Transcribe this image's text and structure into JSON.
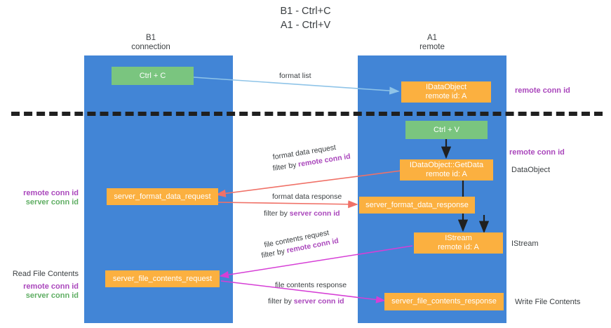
{
  "title": {
    "line1": "B1 - Ctrl+C",
    "line2": "A1 - Ctrl+V"
  },
  "columns": [
    {
      "id": "b1",
      "line1": "B1",
      "line2": "connection"
    },
    {
      "id": "a1",
      "line1": "A1",
      "line2": "remote"
    }
  ],
  "colors": {
    "lane": "#4285d6",
    "green_box": "#7ac57f",
    "orange_box": "#fbb040",
    "purple_text": "#aa47bc",
    "green_text": "#5fae63",
    "red_arrow": "#f07167",
    "blue_arrow": "#8fc4e8",
    "magenta_arrow": "#d63fd6",
    "dark_arrow": "#202020",
    "text": "#3c4043"
  },
  "boxes": {
    "ctrl_c": {
      "line1": "Ctrl + C",
      "line2": ""
    },
    "idataobject": {
      "line1": "IDataObject",
      "line2": "remote id: A"
    },
    "ctrl_v": {
      "line1": "Ctrl + V",
      "line2": ""
    },
    "getdata": {
      "line1": "IDataObject::GetData",
      "line2": "remote id: A"
    },
    "server_format_data_request": {
      "line1": "server_format_data_request",
      "line2": ""
    },
    "server_format_data_response": {
      "line1": "server_format_data_response",
      "line2": ""
    },
    "istream": {
      "line1": "IStream",
      "line2": "remote id: A"
    },
    "server_file_contents_request": {
      "line1": "server_file_contents_request",
      "line2": ""
    },
    "server_file_contents_response": {
      "line1": "server_file_contents_response",
      "line2": ""
    }
  },
  "edge_labels": {
    "format_list": "format list",
    "format_data_request": "format data request",
    "format_data_request_filter_prefix": "filter by ",
    "format_data_request_filter_key": "remote conn id",
    "format_data_response": "format data response",
    "format_data_response_filter_prefix": "filter by ",
    "format_data_response_filter_key": "server conn id",
    "file_contents_request": "file contents request",
    "file_contents_request_filter_prefix": "filter by ",
    "file_contents_request_filter_key": "remote conn id",
    "file_contents_response": "file contents response",
    "file_contents_response_filter_prefix": "filter by ",
    "file_contents_response_filter_key": "server conn id"
  },
  "side_labels": {
    "right_remote_conn_top": "remote conn id",
    "right_remote_conn_mid": "remote conn id",
    "right_dataobject": "DataObject",
    "right_istream": "IStream",
    "right_write_file_contents": "Write File Contents",
    "left_remote_conn_id": "remote conn id",
    "left_server_conn_id": "server conn id",
    "left_read_file_contents": "Read File Contents",
    "left_remote_conn_id_2": "remote conn id",
    "left_server_conn_id_2": "server conn id"
  }
}
